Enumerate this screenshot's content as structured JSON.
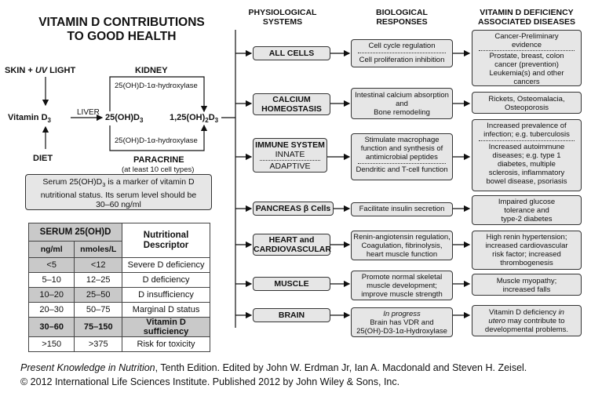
{
  "title_line1": "VITAMIN D CONTRIBUTIONS",
  "title_line2": "TO GOOD HEALTH",
  "headers": {
    "systems_1": "PHYSIOLOGICAL",
    "systems_2": "SYSTEMS",
    "responses_1": "BIOLOGICAL",
    "responses_2": "RESPONSES",
    "diseases_1": "VITAMIN D DEFICIENCY",
    "diseases_2": "ASSOCIATED DISEASES"
  },
  "pathway": {
    "skin": "SKIN + UV LIGHT",
    "kidney": "KIDNEY",
    "hydroxylase_top": "25(OH)D-1α-hydroxylase",
    "vitamin_d3": "Vitamin D3",
    "liver": "LIVER",
    "oh_d3": "25(OH)D3",
    "oh2_d3": "1,25(OH)2D3",
    "hydroxylase_bottom": "25(OH)D-1α-hydroxylase",
    "diet": "DIET",
    "paracrine": "PARACRINE",
    "paracrine_note": "(at least 10 cell types)"
  },
  "serum_note": {
    "line1": "Serum 25(OH)D3 is a marker of vitamin D",
    "line2": "nutritional status. Its serum level should be",
    "line3": "30–60 ng/ml"
  },
  "serum_table": {
    "header": "SERUM 25(OH)D",
    "descriptor_header_1": "Nutritional",
    "descriptor_header_2": "Descriptor",
    "col_ngml": "ng/ml",
    "col_nmol": "nmoles/L",
    "rows": [
      {
        "ngml": "<5",
        "nmol": "<12",
        "desc": "Severe D deficiency",
        "shade": "#c9c9c9",
        "bold": false
      },
      {
        "ngml": "5–10",
        "nmol": "12–25",
        "desc": "D deficiency",
        "shade": "#ffffff",
        "bold": false
      },
      {
        "ngml": "10–20",
        "nmol": "25–50",
        "desc": "D insufficiency",
        "shade": "#c9c9c9",
        "bold": false
      },
      {
        "ngml": "20–30",
        "nmol": "50–75",
        "desc": "Marginal D status",
        "shade": "#ffffff",
        "bold": false
      },
      {
        "ngml": "30–60",
        "nmol": "75–150",
        "desc": "Vitamin D sufficiency",
        "shade": "#c9c9c9",
        "bold": true
      },
      {
        "ngml": ">150",
        "nmol": ">375",
        "desc": "Risk for toxicity",
        "shade": "#ffffff",
        "bold": false
      }
    ]
  },
  "systems": {
    "all_cells": "ALL CELLS",
    "calcium_1": "CALCIUM",
    "calcium_2": "HOMEOSTASIS",
    "immune": "IMMUNE SYSTEM",
    "innate": "INNATE",
    "adaptive": "ADAPTIVE",
    "pancreas": "PANCREAS β Cells",
    "heart_1": "HEART and",
    "heart_2": "CARDIOVASCULAR",
    "muscle": "MUSCLE",
    "brain": "BRAIN"
  },
  "responses": {
    "cells_1": "Cell cycle regulation",
    "cells_2": "Cell proliferation inhibition",
    "calcium_1": "Intestinal calcium absorption",
    "calcium_2": "and",
    "calcium_3": "Bone remodeling",
    "immune_1": "Stimulate macrophage",
    "immune_2": "function and synthesis of",
    "immune_3": "antimicrobial peptides",
    "immune_4": "Dendritic and T-cell function",
    "pancreas_1": "Facilitate insulin secretion",
    "heart_1": "Renin-angiotensin regulation,",
    "heart_2": "Coagulation, fibrinolysis,",
    "heart_3": "heart muscle function",
    "muscle_1": "Promote normal skeletal",
    "muscle_2": "muscle development;",
    "muscle_3": "improve muscle strength",
    "brain_1": "In progress",
    "brain_2": "Brain has VDR and",
    "brain_3": "25(OH)-D3-1α-Hydroxylase"
  },
  "diseases": {
    "cells_1": "Cancer-Preliminary",
    "cells_2": "evidence",
    "cells_3": "Prostate, breast, colon",
    "cells_4": "cancer (prevention)",
    "cells_5": "Leukemia(s) and other",
    "cells_6": "cancers",
    "calcium_1": "Rickets, Osteomalacia,",
    "calcium_2": "Osteoporosis",
    "immune_1": "Increased prevalence of",
    "immune_2": "infection; e.g. tuberculosis",
    "immune_3": "Increased autoimmune",
    "immune_4": "diseases; e.g. type 1",
    "immune_5": "diabetes, multiple",
    "immune_6": "sclerosis, inflammatory",
    "immune_7": "bowel disease, psoriasis",
    "pancreas_1": "Impaired glucose",
    "pancreas_2": "tolerance and",
    "pancreas_3": "type-2 diabetes",
    "heart_1": "High renin hypertension;",
    "heart_2": "increased cardiovascular",
    "heart_3": "risk factor; increased",
    "heart_4": "thrombogenesis",
    "muscle_1": "Muscle myopathy;",
    "muscle_2": "increased falls",
    "brain_1": "Vitamin D deficiency in",
    "brain_2": "utero may contribute to",
    "brain_3": "developmental problems."
  },
  "footer": {
    "line1_italic": "Present Knowledge in Nutrition",
    "line1_rest": ", Tenth Edition. Edited by John W. Erdman Jr, Ian A. Macdonald and Steven H. Zeisel.",
    "line2": "© 2012 International Life Sciences Institute. Published 2012 by John Wiley & Sons, Inc."
  }
}
